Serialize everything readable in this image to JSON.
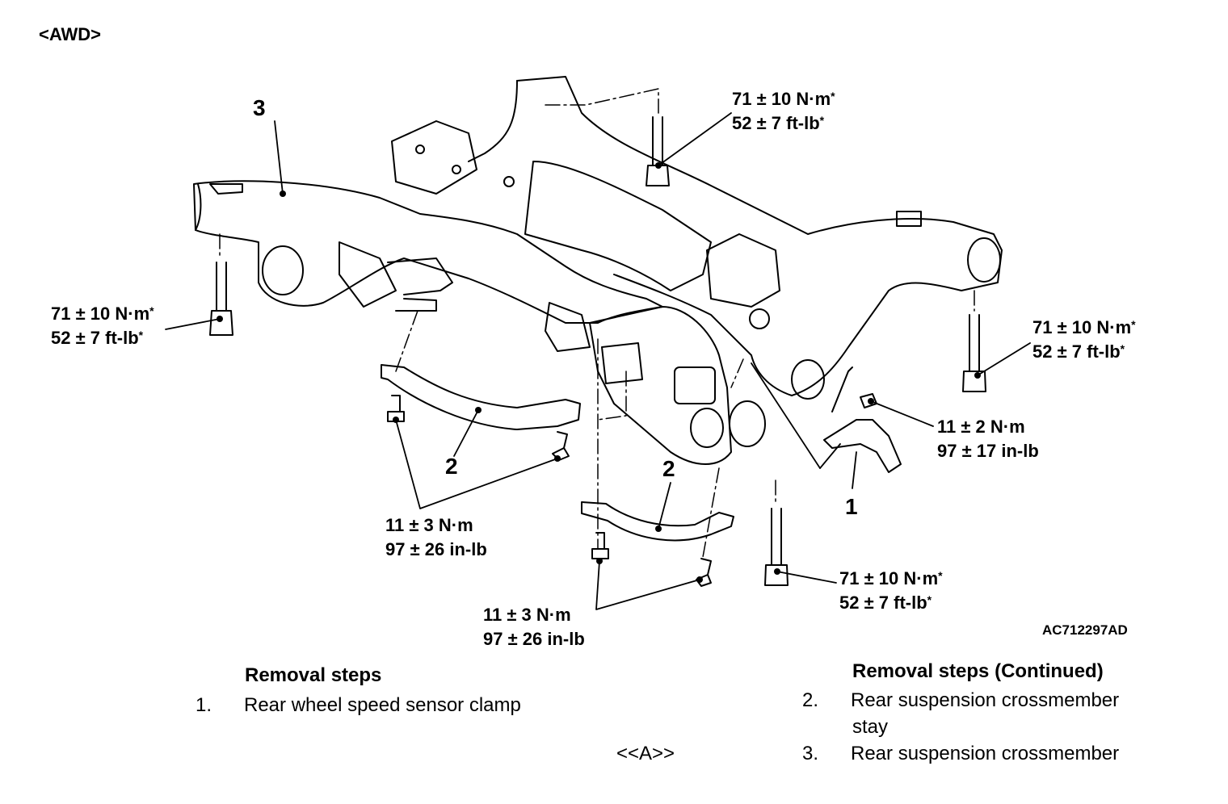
{
  "variant_label": "<AWD>",
  "figure_code": "AC712297AD",
  "reference_marker": "<<A>>",
  "callouts": {
    "crossmember": "3",
    "stay_left": "2",
    "stay_right": "2",
    "sensor_clamp": "1"
  },
  "torques": {
    "top_bolt": {
      "metric": "71 ± 10 N·m",
      "imperial": "52 ± 7 ft-lb",
      "mark": "*"
    },
    "left_bolt": {
      "metric": "71 ± 10 N·m",
      "imperial": "52 ± 7 ft-lb",
      "mark": "*"
    },
    "right_bolt": {
      "metric": "71 ± 10 N·m",
      "imperial": "52 ± 7 ft-lb",
      "mark": "*"
    },
    "bottom_bolt": {
      "metric": "71 ± 10 N·m",
      "imperial": "52 ± 7 ft-lb",
      "mark": "*"
    },
    "sensor_clamp": {
      "metric": "11 ± 2 N·m",
      "imperial": "97 ± 17 in-lb"
    },
    "stay_left_bolts": {
      "metric": "11 ± 3 N·m",
      "imperial": "97 ± 26 in-lb"
    },
    "stay_right_bolts": {
      "metric": "11 ± 3 N·m",
      "imperial": "97 ± 26 in-lb"
    }
  },
  "removal_steps": {
    "heading": "Removal steps",
    "items": [
      {
        "num": "1.",
        "text": "Rear wheel speed sensor clamp"
      }
    ]
  },
  "removal_steps_continued": {
    "heading": "Removal steps (Continued)",
    "items": [
      {
        "num": "2.",
        "text": "Rear suspension crossmember",
        "text2": "stay"
      },
      {
        "num": "3.",
        "text": "Rear suspension crossmember"
      }
    ]
  }
}
